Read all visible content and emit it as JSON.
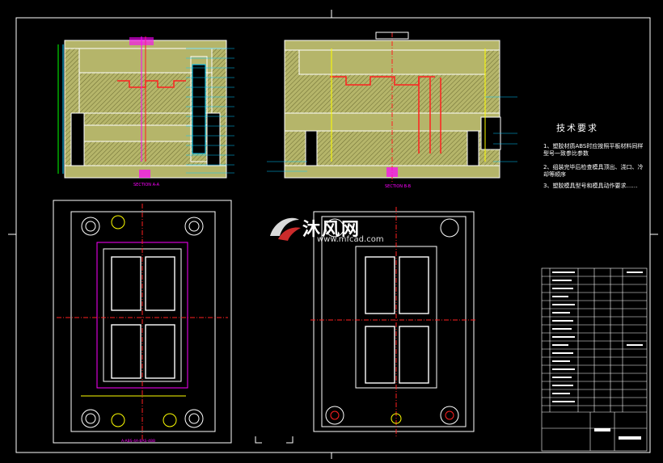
{
  "drawing": {
    "technical_requirements_title": "技术要求",
    "notes": [
      "1、塑胶材质ABS时应按照平板材料同样型号一致参比参数",
      "2、组装完毕后检查模具顶出、浇口、冷却等顺序",
      "3、塑胶模具型号和模具动作要求……"
    ],
    "section_labels": [
      "SECTION A-A",
      "SECTION B-B",
      "A-ABS-4A-BAS-4BB"
    ],
    "watermark": {
      "brand": "沐风网",
      "url": "www.mfcad.com"
    }
  },
  "colors": {
    "background": "#000000",
    "mold_fill": "#b5b56a",
    "hatch": "#5a5a2a",
    "outline": "#ffffff",
    "leader": "#00c8ff",
    "red": "#ff2020",
    "magenta": "#ff00ff",
    "yellow": "#ffff00",
    "green": "#00ff00"
  }
}
